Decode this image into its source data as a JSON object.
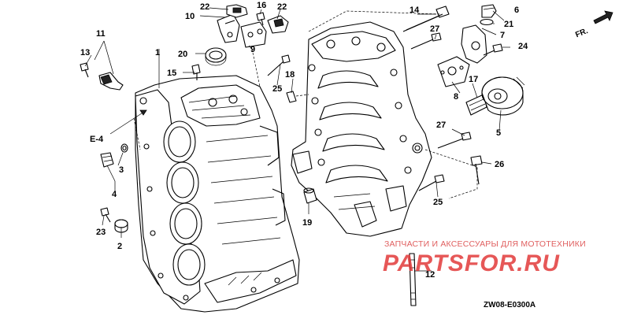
{
  "diagram": {
    "callouts": [
      {
        "id": "c1",
        "label": "1"
      },
      {
        "id": "c2",
        "label": "2"
      },
      {
        "id": "c3",
        "label": "3"
      },
      {
        "id": "c4",
        "label": "4"
      },
      {
        "id": "c5",
        "label": "5"
      },
      {
        "id": "c6",
        "label": "6"
      },
      {
        "id": "c7",
        "label": "7"
      },
      {
        "id": "c8",
        "label": "8"
      },
      {
        "id": "c9",
        "label": "9"
      },
      {
        "id": "c10",
        "label": "10"
      },
      {
        "id": "c11",
        "label": "11"
      },
      {
        "id": "c12",
        "label": "12"
      },
      {
        "id": "c13",
        "label": "13"
      },
      {
        "id": "c14",
        "label": "14"
      },
      {
        "id": "c15",
        "label": "15"
      },
      {
        "id": "c16",
        "label": "16"
      },
      {
        "id": "c17",
        "label": "17"
      },
      {
        "id": "c18",
        "label": "18"
      },
      {
        "id": "c19",
        "label": "19"
      },
      {
        "id": "c20",
        "label": "20"
      },
      {
        "id": "c21",
        "label": "21"
      },
      {
        "id": "c22a",
        "label": "22"
      },
      {
        "id": "c22b",
        "label": "22"
      },
      {
        "id": "c23",
        "label": "23"
      },
      {
        "id": "c24",
        "label": "24"
      },
      {
        "id": "c25a",
        "label": "25"
      },
      {
        "id": "c25b",
        "label": "25"
      },
      {
        "id": "c26",
        "label": "26"
      },
      {
        "id": "c27a",
        "label": "27"
      },
      {
        "id": "c27b",
        "label": "27"
      }
    ],
    "ref_label": "E-4",
    "direction_label": "FR.",
    "diagram_code": "ZW08-E0300A"
  },
  "watermark": {
    "tagline": "ЗАПЧАСТИ И АКСЕССУАРЫ ДЛЯ МОТОТЕХНИКИ",
    "logo": "PARTSFOR.RU",
    "color": "#e23a3a"
  }
}
